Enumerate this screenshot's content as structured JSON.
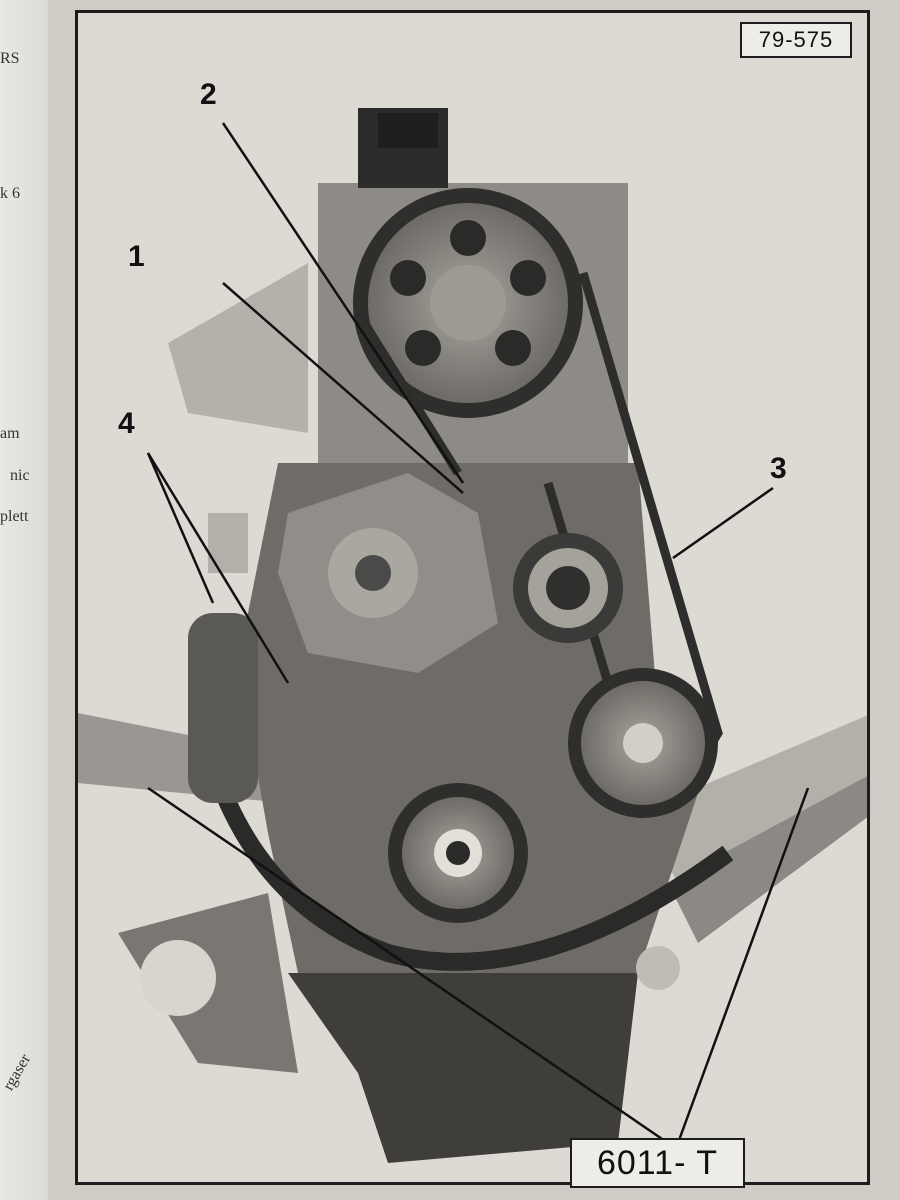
{
  "figure": {
    "reference": "79-575",
    "callouts": [
      "1",
      "2",
      "3",
      "4"
    ],
    "tool_label": "6011- T"
  },
  "margin_text": [
    "RS",
    "k 6",
    "am",
    "nic",
    "plett",
    "rgaser"
  ],
  "colors": {
    "page": "#dddad4",
    "ink": "#1c1c1c",
    "engine_dark": "#3a3a38",
    "engine_mid": "#7d7a75"
  }
}
